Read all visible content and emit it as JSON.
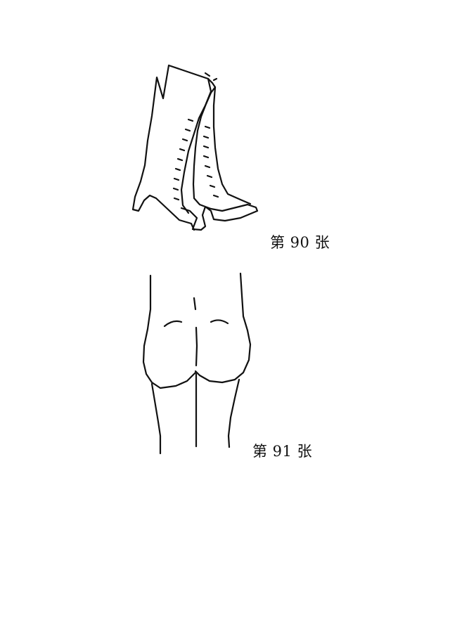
{
  "figures": [
    {
      "id": "boots",
      "caption": "第 90 张",
      "icon": "lace-up-boots-drawing"
    },
    {
      "id": "buttocks",
      "caption": "第 91 张",
      "icon": "buttocks-legs-drawing"
    }
  ],
  "colors": {
    "ink": "#111111",
    "paper": "#ffffff"
  }
}
